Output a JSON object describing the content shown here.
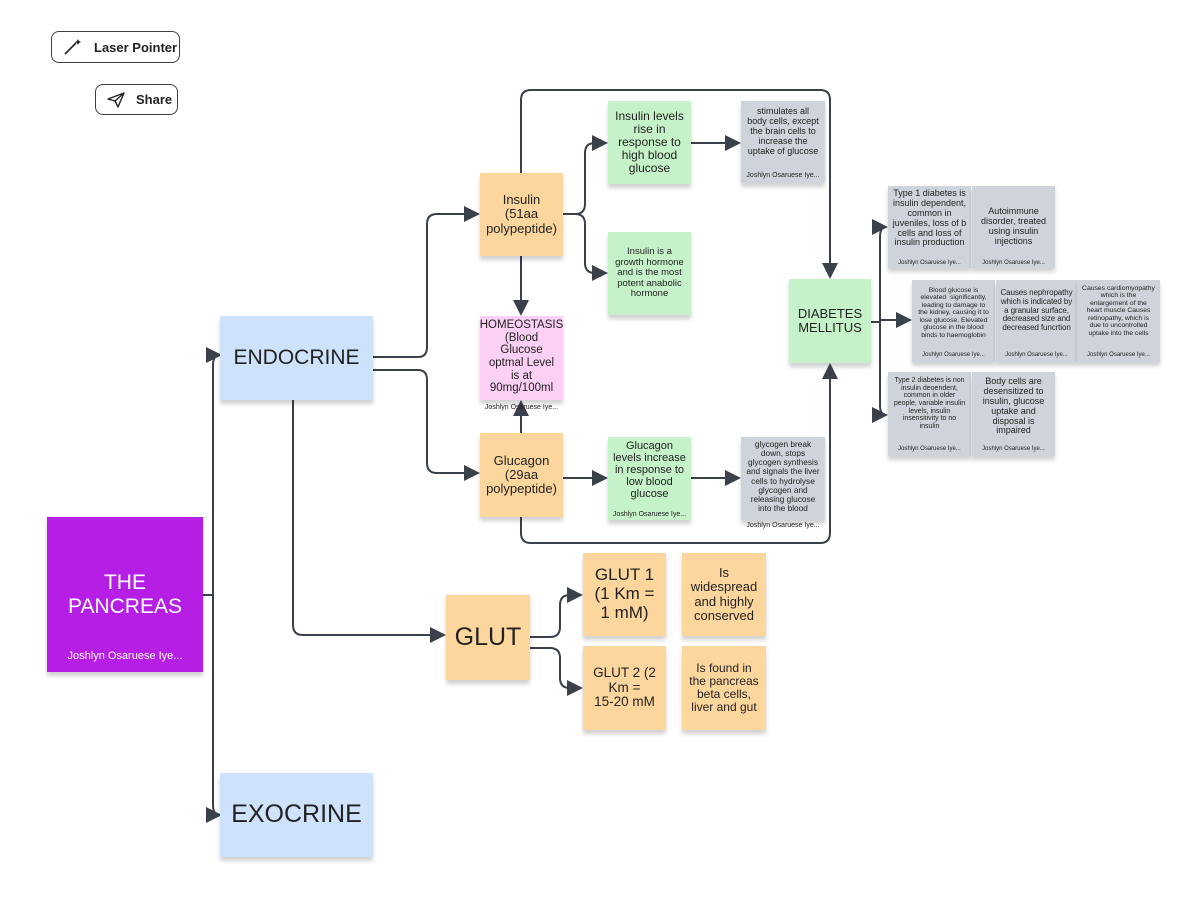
{
  "toolbar": {
    "laser_pointer": "Laser Pointer",
    "share": "Share"
  },
  "author": "Joshlyn Osaruese Iye...",
  "notes": {
    "pancreas": "THE\nPANCREAS",
    "endocrine": "ENDOCRINE",
    "exocrine": "EXOCRINE",
    "glut": "GLUT",
    "insulin": "Insulin\n(51aa\npolypeptide)",
    "homeostasis": "HOMEOSTASIS\n(Blood\nGlucose\noptmal Level\nis at\n90mg/100ml",
    "glucagon": "Glucagon\n(29aa\npolypeptide)",
    "insulin_rise": "Insulin levels\nrise in\nresponse to\nhigh blood\nglucose",
    "insulin_growth": "Insulin is a\ngrowth hormone\nand is the most\npotent anabolic\nhormone",
    "glucagon_increase": "Glucagon\nlevels increase\nin response to\nlow blood\nglucose",
    "stimulates": "stimulates all\nbody cells, except\nthe brain cells to\nincrease the\nuptake of glucose",
    "glycogen": "glycogen break\ndown, stops\nglycogen synthesis\nand signals the liver\ncells to hydrolyse\nglycogen and\nreleasing glucose\ninto the blood",
    "diabetes": "DIABETES\nMELLITUS",
    "type1": "Type 1 diabetes is\ninsulin dependent,\ncommon in\njuveniles, loss of b\ncells and loss of\ninsulin production",
    "autoimmune": "Autoimmune\ndisorder, treated\nusing insulin\ninjections",
    "blood_glucose": "Blood glucose is\nelevated  significantly,\nleading to damage to\nthe kidney, causing it to\nlose glucose. Elevated\nglucose in the blood\nbinds to haemoglobin",
    "nephropathy": "Causes nephropathy\nwhich is indicated by\na granular surface,\ndecreased size and\ndecreased funcrtion",
    "cardiomyopathy": "Causes cardiomyopathy\nwhich is the\nenlargement of the\nheart muscle Causes\nretinopathy, which is\ndue to uncontrolled\nuptake into the cells",
    "type2": "Type 2 diabetes is non\ninsulin deoendent,\ncommon in older\npeople, variable insulin\nlevels, insulin\ninsensitivity to no\ninsulin",
    "body_cells": "Body cells are\ndesensitized to\ninsulin, glucose\nuptake and\ndisposal is\nimpaired",
    "glut1": "GLUT 1\n(1 Km =\n1 mM)",
    "widespread": "Is\nwidespread\nand highly\nconserved",
    "glut2": "GLUT 2 (2\nKm =\n15-20 mM",
    "found": "Is found in\nthe pancreas\nbeta cells,\nliver and gut"
  },
  "colors": {
    "purple": "#b61ee6",
    "blue": "#cfe2fb",
    "orange": "#fdd69d",
    "green": "#c5f2c8",
    "gray": "#cfd4dc",
    "pink": "#fbd0f4",
    "line": "#3a414a"
  }
}
